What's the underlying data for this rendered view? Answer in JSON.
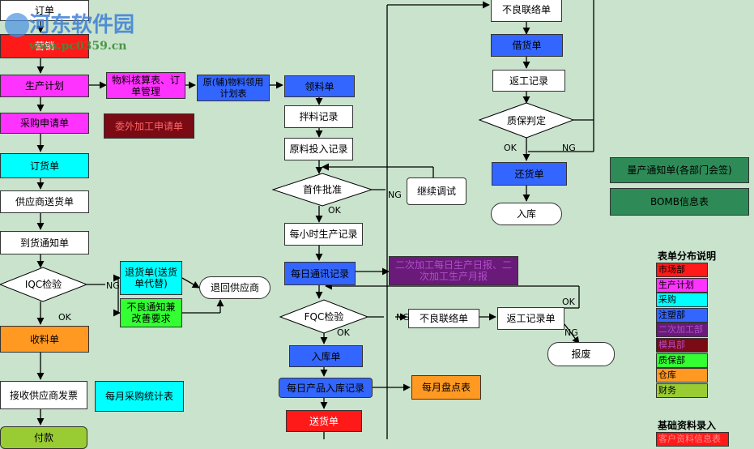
{
  "nodes": {
    "order": "订单",
    "marketing": "营销",
    "production_plan": "生产计划",
    "material_check": "物料核算表、订单管理",
    "material_plan": "原(辅)物料领用计划表",
    "material_requisition": "领料单",
    "purchase_request": "采购申请单",
    "outsourcing_request": "委外加工申请单",
    "mixing_record": "拌料记录",
    "raw_material_input": "原料投入记录",
    "purchase_order": "订货单",
    "first_piece_approval": "首件批准",
    "continue_debug": "继续调试",
    "supplier_delivery": "供应商送货单",
    "hourly_record": "每小时生产记录",
    "arrival_notice": "到货通知单",
    "iqc": "IQC检验",
    "return_note": "退货单(送货单代替)",
    "return_supplier": "退回供应商",
    "nonconform_improve": "不良通知兼改善要求",
    "daily_report": "每日通讯记录",
    "secondary_report": "二次加工每日生产日报、二次加工生产月报",
    "fqc": "FQC检验",
    "defect_contact_mid": "不良联络单",
    "rework_mid": "返工记录单",
    "scrap": "报废",
    "receiving": "收料单",
    "warehouse_in": "入库单",
    "supplier_invoice": "接收供应商发票",
    "monthly_purchase": "每月采购统计表",
    "daily_product_in": "每日产品入库记录",
    "monthly_inventory": "每月盘点表",
    "payment": "付款",
    "shipping": "送货单",
    "defect_contact_top": "不良联络单",
    "borrow": "借货单",
    "rework_top": "返工记录",
    "qa_judgement": "质保判定",
    "return_goods": "还货单",
    "storage": "入库",
    "mass_production": "量产通知单(各部门会签)",
    "bom": "BOMB信息表"
  },
  "branch_labels": {
    "ok": "OK",
    "ng": "NG"
  },
  "legend": {
    "title": "表单分布说明",
    "items": [
      {
        "label": "市场部",
        "color": "#ff1a1a"
      },
      {
        "label": "生产计划",
        "color": "#ff33ff"
      },
      {
        "label": "采购",
        "color": "#00ffff"
      },
      {
        "label": "注塑部",
        "color": "#3366ff"
      },
      {
        "label": "二次加工部",
        "color": "#6a1b7a"
      },
      {
        "label": "模具部",
        "color": "#7a0a14"
      },
      {
        "label": "质保部",
        "color": "#33ff33"
      },
      {
        "label": "仓库",
        "color": "#ff9922"
      },
      {
        "label": "财务",
        "color": "#99cc33"
      }
    ]
  },
  "basic_title": "基础资料录入",
  "basic_partial": "客户资料信息表",
  "watermark": {
    "name": "河东软件园",
    "url": "www.pc0359.cn"
  },
  "colors": {
    "market": "#ff1a1a",
    "plan": "#ff33ff",
    "purchase": "#00ffff",
    "injection": "#3366ff",
    "secondary": "#6a1b7a",
    "mold": "#7a0a14",
    "quality": "#33ff33",
    "warehouse": "#ff9922",
    "finance": "#99cc33",
    "info": "#2e8b57",
    "white": "#ffffff",
    "background": "#c9e3cc"
  }
}
